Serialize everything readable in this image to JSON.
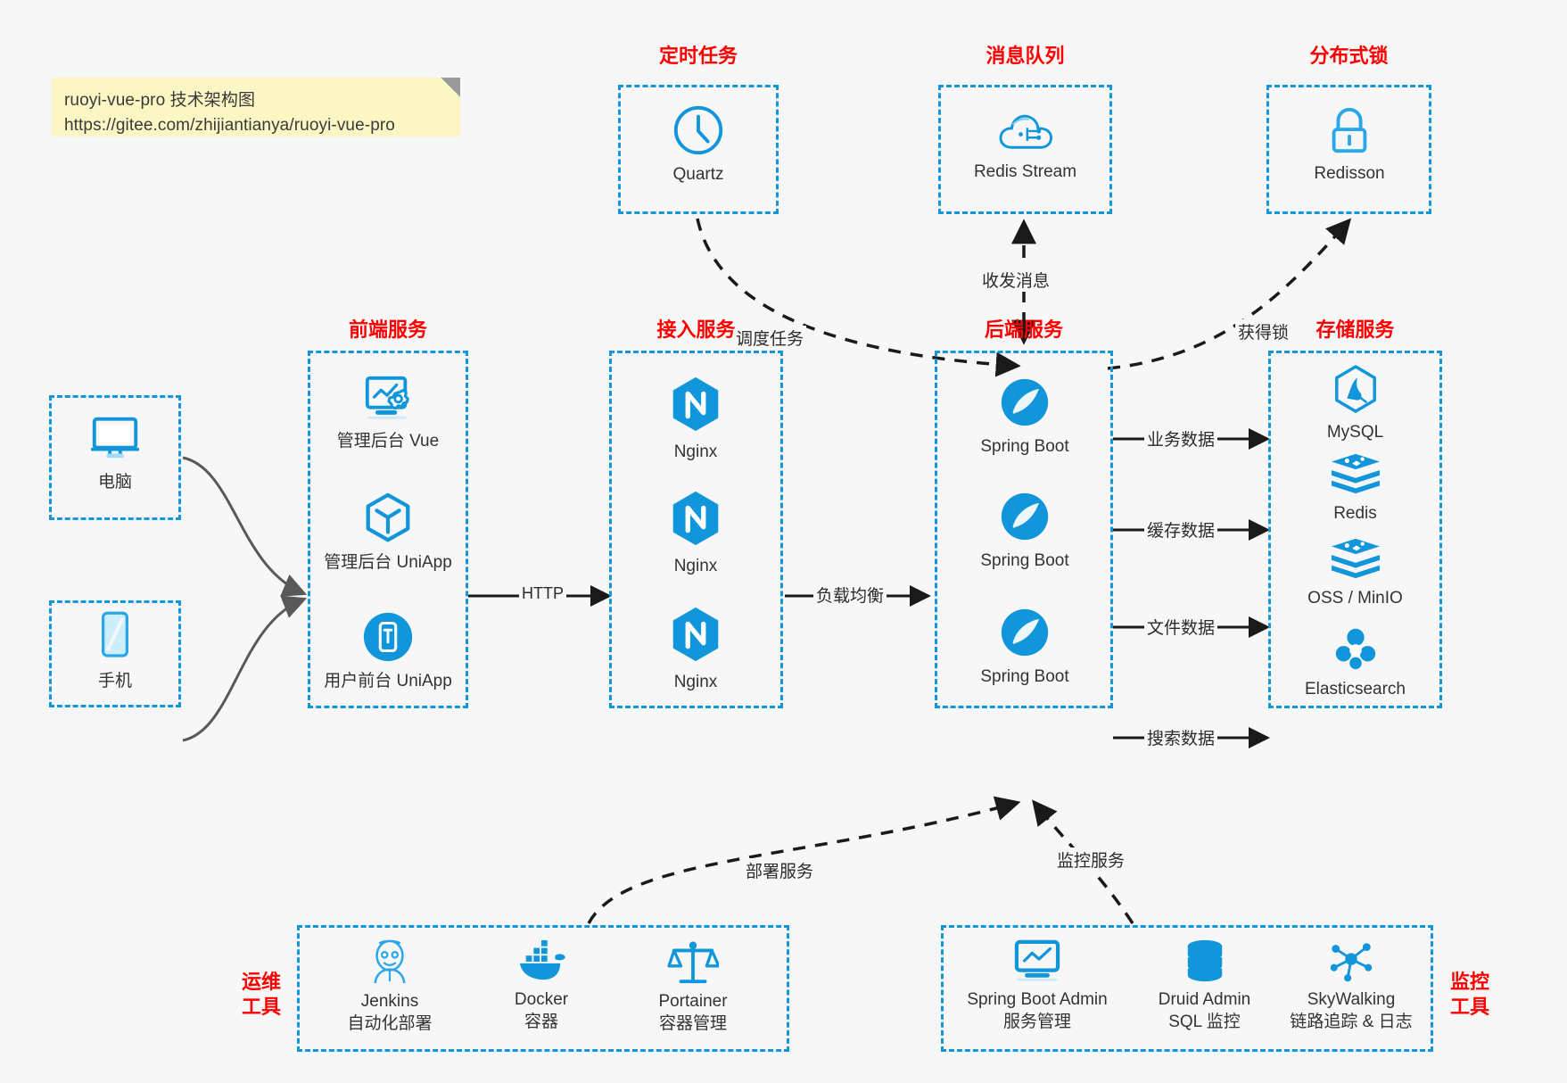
{
  "note": {
    "line1": "ruoyi-vue-pro 技术架构图",
    "line2": "https://gitee.com/zhijiantianya/ruoyi-vue-pro"
  },
  "colors": {
    "group_border": "#1296db",
    "group_title": "#ff0000",
    "icon_blue": "#1296db",
    "arrow_gray": "#595959",
    "arrow_black": "#1a1a1a",
    "background": "#f7f7f7",
    "note_bg": "#fbf6c4"
  },
  "groups": [
    {
      "id": "scheduled",
      "title": "定时任务"
    },
    {
      "id": "mq",
      "title": "消息队列"
    },
    {
      "id": "lock",
      "title": "分布式锁"
    },
    {
      "id": "frontend",
      "title": "前端服务"
    },
    {
      "id": "gateway",
      "title": "接入服务"
    },
    {
      "id": "backend",
      "title": "后端服务"
    },
    {
      "id": "storage",
      "title": "存储服务"
    },
    {
      "id": "devops",
      "title": "运维\n工具",
      "title_l1": "运维",
      "title_l2": "工具"
    },
    {
      "id": "monitor",
      "title": "监控\n工具",
      "title_l1": "监控",
      "title_l2": "工具"
    }
  ],
  "clients": [
    {
      "icon": "desktop-icon",
      "label": "电脑"
    },
    {
      "icon": "mobile-icon",
      "label": "手机"
    }
  ],
  "scheduled_nodes": [
    {
      "icon": "clock-icon",
      "label": "Quartz"
    }
  ],
  "mq_nodes": [
    {
      "icon": "cloud-stream-icon",
      "label": "Redis Stream"
    }
  ],
  "lock_nodes": [
    {
      "icon": "padlock-icon",
      "label": "Redisson"
    }
  ],
  "frontend_nodes": [
    {
      "icon": "dashboard-gear-icon",
      "label": "管理后台 Vue"
    },
    {
      "icon": "cube-icon",
      "label": "管理后台 UniApp"
    },
    {
      "icon": "phone-app-icon",
      "label": "用户前台 UniApp"
    }
  ],
  "gateway_nodes": [
    {
      "icon": "nginx-icon",
      "label": "Nginx"
    },
    {
      "icon": "nginx-icon",
      "label": "Nginx"
    },
    {
      "icon": "nginx-icon",
      "label": "Nginx"
    }
  ],
  "backend_nodes": [
    {
      "icon": "spring-boot-icon",
      "label": "Spring Boot"
    },
    {
      "icon": "spring-boot-icon",
      "label": "Spring Boot"
    },
    {
      "icon": "spring-boot-icon",
      "label": "Spring Boot"
    }
  ],
  "storage_nodes": [
    {
      "icon": "mysql-icon",
      "label": "MySQL"
    },
    {
      "icon": "redis-stack-icon",
      "label": "Redis"
    },
    {
      "icon": "oss-stack-icon",
      "label": "OSS / MinIO"
    },
    {
      "icon": "elasticsearch-icon",
      "label": "Elasticsearch"
    }
  ],
  "devops_nodes": [
    {
      "icon": "jenkins-icon",
      "label": "Jenkins",
      "sub": "自动化部署"
    },
    {
      "icon": "docker-icon",
      "label": "Docker",
      "sub": "容器"
    },
    {
      "icon": "portainer-icon",
      "label": "Portainer",
      "sub": "容器管理"
    }
  ],
  "monitor_nodes": [
    {
      "icon": "spring-boot-admin-icon",
      "label": "Spring Boot Admin",
      "sub": "服务管理"
    },
    {
      "icon": "druid-db-icon",
      "label": "Druid Admin",
      "sub": "SQL 监控"
    },
    {
      "icon": "skywalking-icon",
      "label": "SkyWalking",
      "sub": "链路追踪 & 日志"
    }
  ],
  "edge_labels": [
    {
      "id": "http",
      "text": "HTTP"
    },
    {
      "id": "lb",
      "text": "负载均衡"
    },
    {
      "id": "schedule",
      "text": "调度任务"
    },
    {
      "id": "mq-msg",
      "text": "收发消息"
    },
    {
      "id": "get-lock",
      "text": "获得锁"
    },
    {
      "id": "biz-data",
      "text": "业务数据"
    },
    {
      "id": "cache-data",
      "text": "缓存数据"
    },
    {
      "id": "file-data",
      "text": "文件数据"
    },
    {
      "id": "search-data",
      "text": "搜索数据"
    },
    {
      "id": "deploy",
      "text": "部署服务"
    },
    {
      "id": "monitor",
      "text": "监控服务"
    }
  ]
}
